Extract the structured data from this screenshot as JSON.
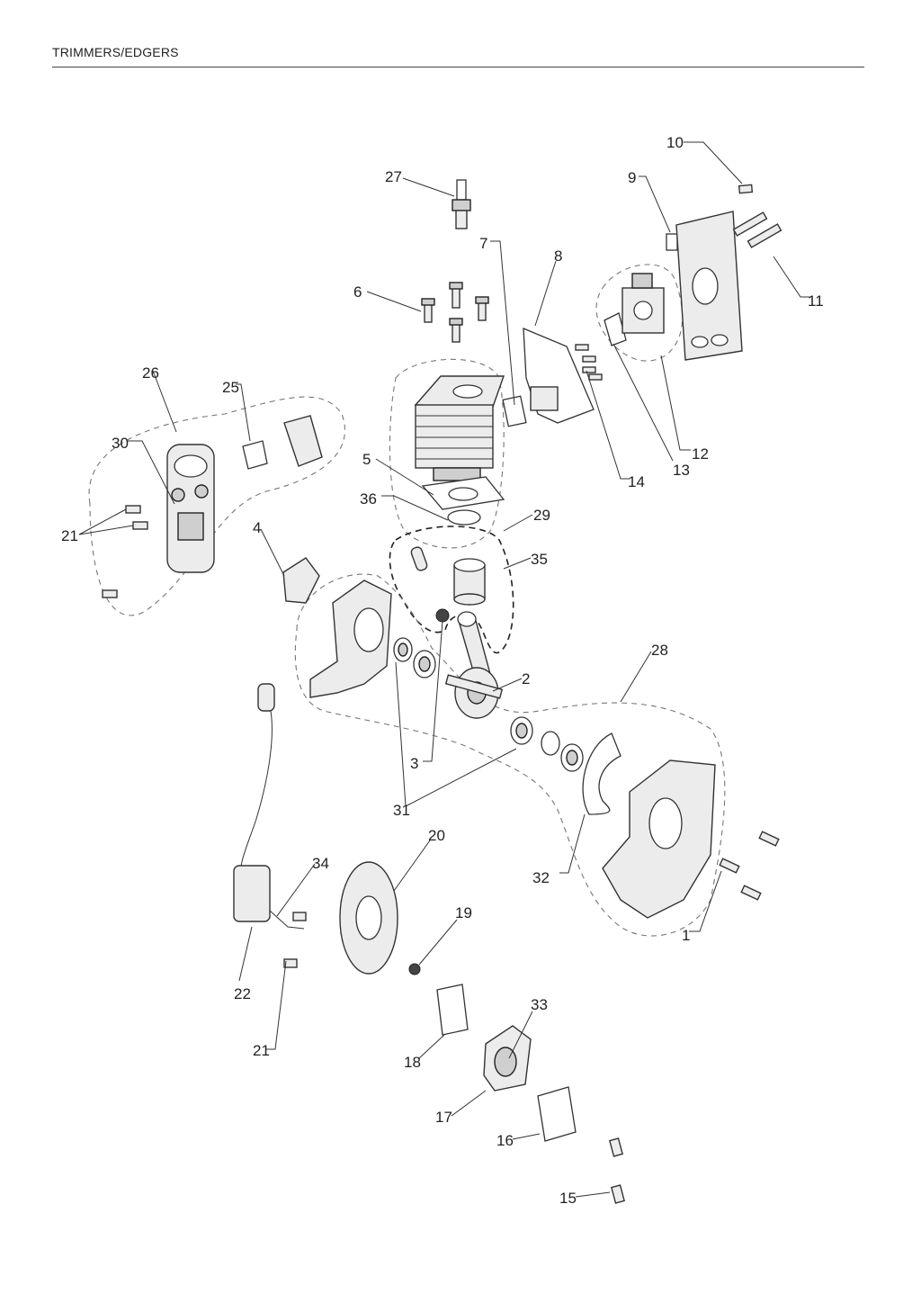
{
  "header": {
    "title": "TRIMMERS/EDGERS"
  },
  "callouts": {
    "c1": "1",
    "c2": "2",
    "c3": "3",
    "c4": "4",
    "c5": "5",
    "c6": "6",
    "c7": "7",
    "c8": "8",
    "c9": "9",
    "c10": "10",
    "c11": "11",
    "c12": "12",
    "c13": "13",
    "c14": "14",
    "c15": "15",
    "c16": "16",
    "c17": "17",
    "c18": "18",
    "c19": "19",
    "c20": "20",
    "c21a": "21",
    "c21b": "21",
    "c22": "22",
    "c25": "25",
    "c26": "26",
    "c27": "27",
    "c28": "28",
    "c29": "29",
    "c30": "30",
    "c31": "31",
    "c32": "32",
    "c33": "33",
    "c34": "34",
    "c35": "35",
    "c36": "36"
  }
}
